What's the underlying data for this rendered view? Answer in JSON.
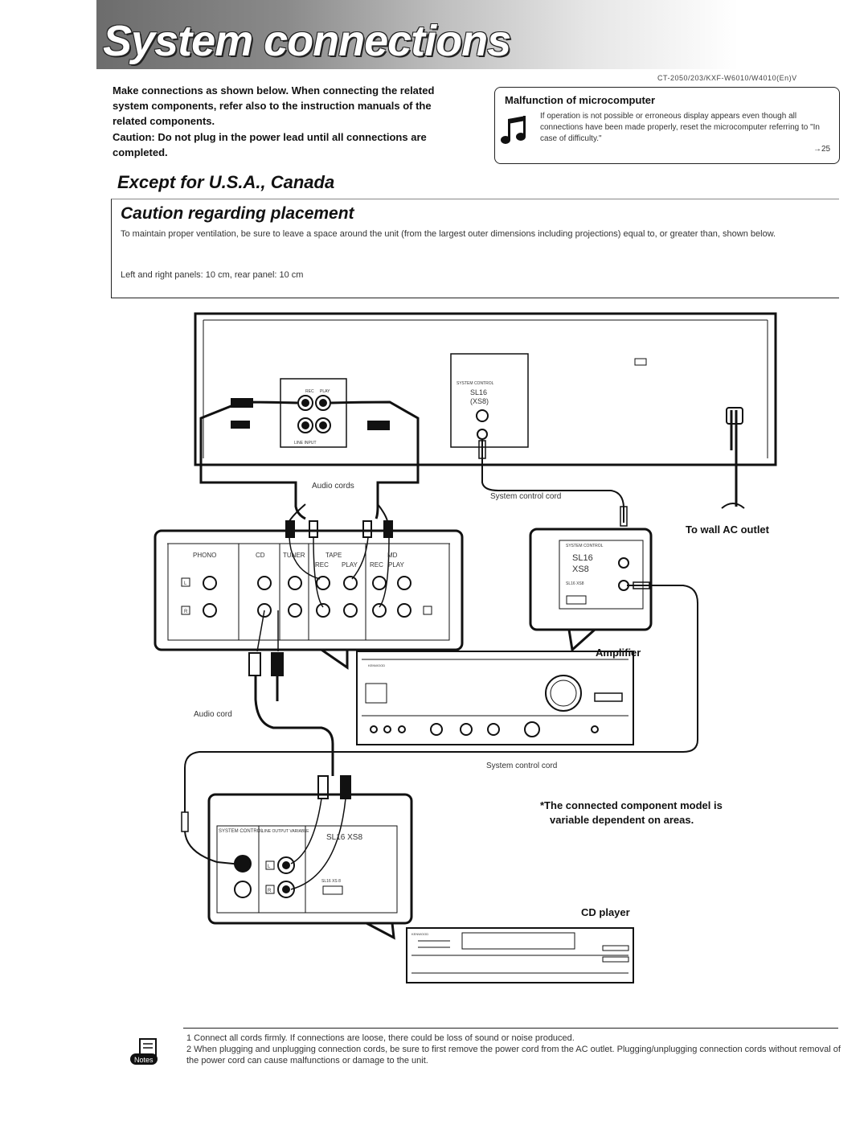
{
  "header": {
    "title": "System connections",
    "model_line": "CT-2050/203/KXF-W6010/W4010(En)V"
  },
  "intro": {
    "line1": "Make connections as shown below. When connecting the related system components, refer also to the instruction manuals of the related components.",
    "caution": "Caution: Do not plug in the power lead until all connections are completed."
  },
  "malfunction": {
    "title": "Malfunction of microcomputer",
    "text": "If operation is not possible or erroneous display appears even though all connections have been made properly, reset the microcomputer referring to \"In case of difficulty.\"",
    "page_ref": "→25",
    "icon": "music-note-icon"
  },
  "region_heading": "Except for U.S.A., Canada",
  "placement": {
    "title": "Caution regarding placement",
    "text": "To maintain proper ventilation, be sure to leave a space around the unit (from the largest outer dimensions including projections) equal to, or greater than, shown below.",
    "dims": "Left and right panels: 10 cm, rear panel: 10 cm"
  },
  "diagram": {
    "audio_cords_top": "Audio cords",
    "system_control_cord_top": "System control cord",
    "wall_outlet": "To wall AC outlet",
    "amplifier": "Amplifier",
    "audio_cord_mid": "Audio cord",
    "system_control_cord_bottom": "System control cord",
    "component_note": "*The connected component model is variable dependent on areas.",
    "cd_player": "CD player",
    "deck_rec": "REC",
    "deck_play": "PLAY",
    "deck_line": "LINE   INPUT",
    "deck_syscontrol": "SYSTEM CONTROL",
    "deck_sl16": "SL16",
    "deck_xs8": "(XS8)",
    "amp_phono": "PHONO",
    "amp_cd": "CD",
    "amp_tuner": "TUNER",
    "amp_tape": "TAPE",
    "amp_md": "MD",
    "amp_rec": "REC",
    "amp_play": "PLAY",
    "amp_rec2": "REC",
    "amp_play2": "PLAY",
    "amp_syscontrol": "SYSTEM CONTROL",
    "amp_sl16": "SL16",
    "amp_xs8": "XS8",
    "amp_switch": "SL16  XS8",
    "cd_system": "SYSTEM CONTROL",
    "cd_line": "LINE OUTPUT VARIABLE",
    "cd_sl16xs8": "SL16 XS8",
    "cd_switch": "SL16  XS 8",
    "L": "L",
    "R": "R",
    "brand": "KENWOOD"
  },
  "notes": {
    "icon": "notes-icon",
    "n1": "1  Connect all cords firmly. If connections are loose, there could be loss of sound or noise produced.",
    "n2": "2  When plugging and unplugging connection cords, be sure to first remove the power cord from the AC outlet. Plugging/unplugging connection cords without removal of the power cord can cause malfunctions or damage to the unit."
  }
}
